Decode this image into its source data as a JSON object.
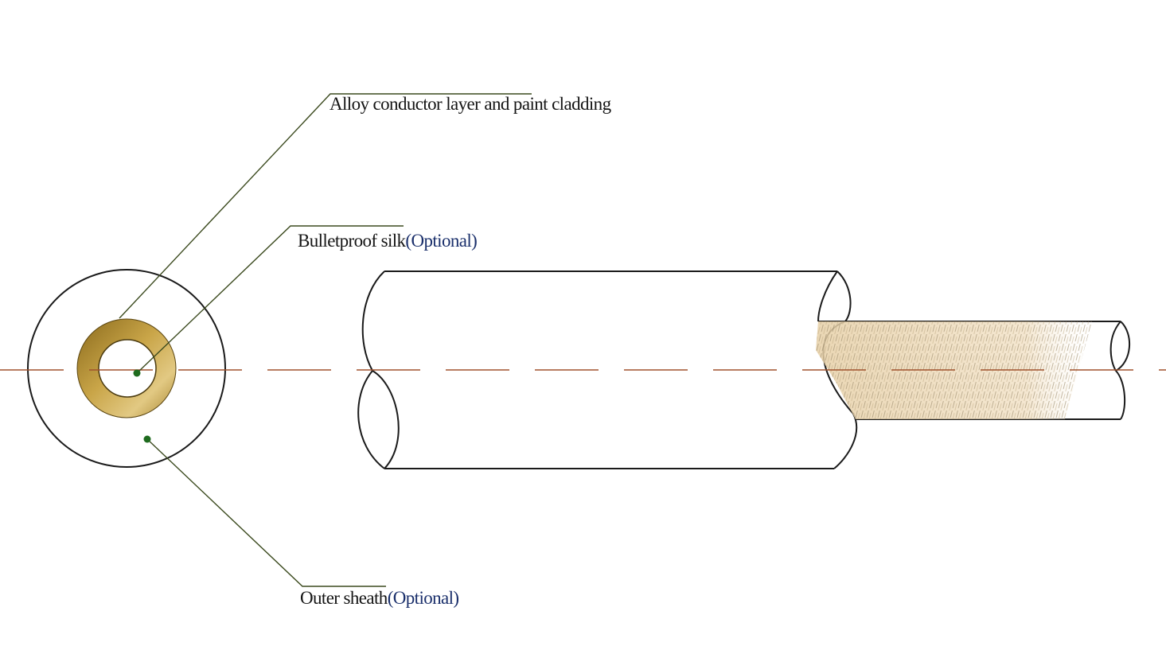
{
  "labels": {
    "alloy": "Alloy conductor layer and paint cladding",
    "silk": "Bulletproof silk",
    "silk_opt": "(Optional)",
    "sheath": "Outer sheath",
    "sheath_opt": "(Optional)"
  },
  "colors": {
    "outline": "#1a1a1a",
    "leader": "#3b4a1e",
    "dot": "#1e6b1e",
    "axis": "#a0522d",
    "gold_light": "#d8b96a",
    "gold_dark": "#8a6a20",
    "braid": "#e8d5b0"
  }
}
